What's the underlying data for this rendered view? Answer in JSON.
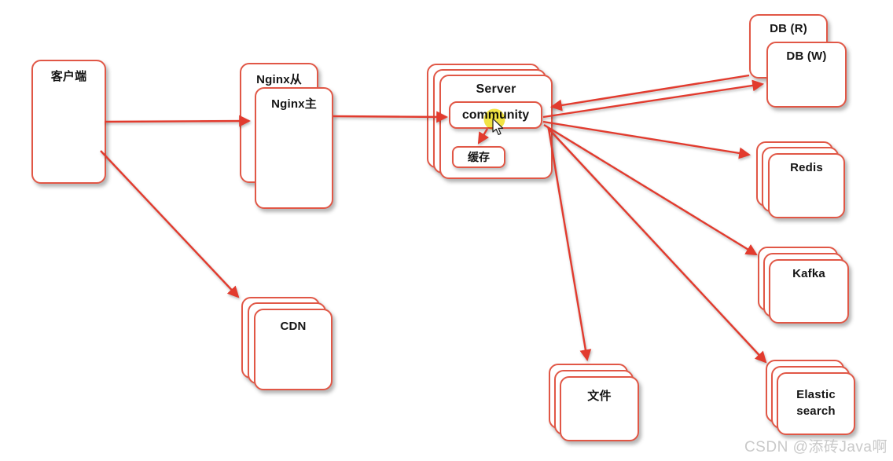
{
  "diagram": {
    "nodes": {
      "client": {
        "label": "客户端"
      },
      "nginx_secondary": {
        "label": "Nginx从"
      },
      "nginx_primary": {
        "label": "Nginx主"
      },
      "server": {
        "label": "Server"
      },
      "community": {
        "label": "community"
      },
      "cache": {
        "label": "缓存"
      },
      "db_read": {
        "label": "DB (R)"
      },
      "db_write": {
        "label": "DB (W)"
      },
      "redis": {
        "label": "Redis"
      },
      "kafka": {
        "label": "Kafka"
      },
      "elastic_search": {
        "label": "Elastic search"
      },
      "file": {
        "label": "文件"
      },
      "cdn": {
        "label": "CDN"
      }
    },
    "edges": [
      {
        "from": "client",
        "to": "nginx_primary"
      },
      {
        "from": "nginx_primary",
        "to": "community"
      },
      {
        "from": "community",
        "to": "cache"
      },
      {
        "from": "db_read",
        "to": "community"
      },
      {
        "from": "community",
        "to": "db_write"
      },
      {
        "from": "community",
        "to": "redis"
      },
      {
        "from": "community",
        "to": "kafka"
      },
      {
        "from": "community",
        "to": "elastic_search"
      },
      {
        "from": "community",
        "to": "file"
      },
      {
        "from": "client",
        "to": "cdn"
      }
    ],
    "colors": {
      "arrow": "#e23b2e",
      "box_border": "#e15746",
      "text": "#151515",
      "cursor_highlight": "#f1e23a",
      "watermark": "#c9c9c9"
    }
  },
  "watermark": {
    "text": "CSDN @添砖Java啊"
  }
}
